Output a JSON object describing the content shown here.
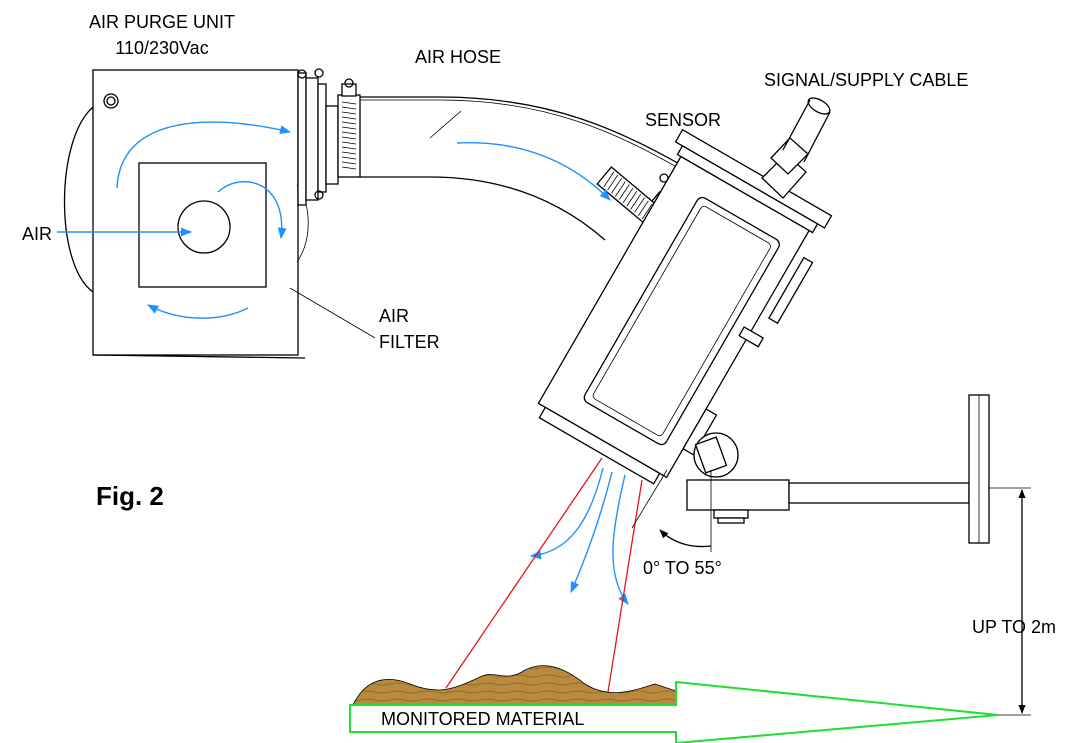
{
  "labels": {
    "air_purge_unit": "AIR PURGE UNIT",
    "voltage": "110/230Vac",
    "air_hose": "AIR HOSE",
    "signal_supply_cable": "SIGNAL/SUPPLY CABLE",
    "sensor": "SENSOR",
    "air": "AIR",
    "air_filter_line1": "AIR",
    "air_filter_line2": "FILTER",
    "figure": "Fig. 2",
    "angle_range": "0° TO 55°",
    "distance": "UP TO 2m",
    "monitored_material": "MONITORED MATERIAL"
  },
  "colors": {
    "air_flow": "#1e90ff",
    "measurement_beam": "#e8141c",
    "material_outline": "#22dd33",
    "material_fill": "#b88a3e",
    "lines": "#000000"
  }
}
